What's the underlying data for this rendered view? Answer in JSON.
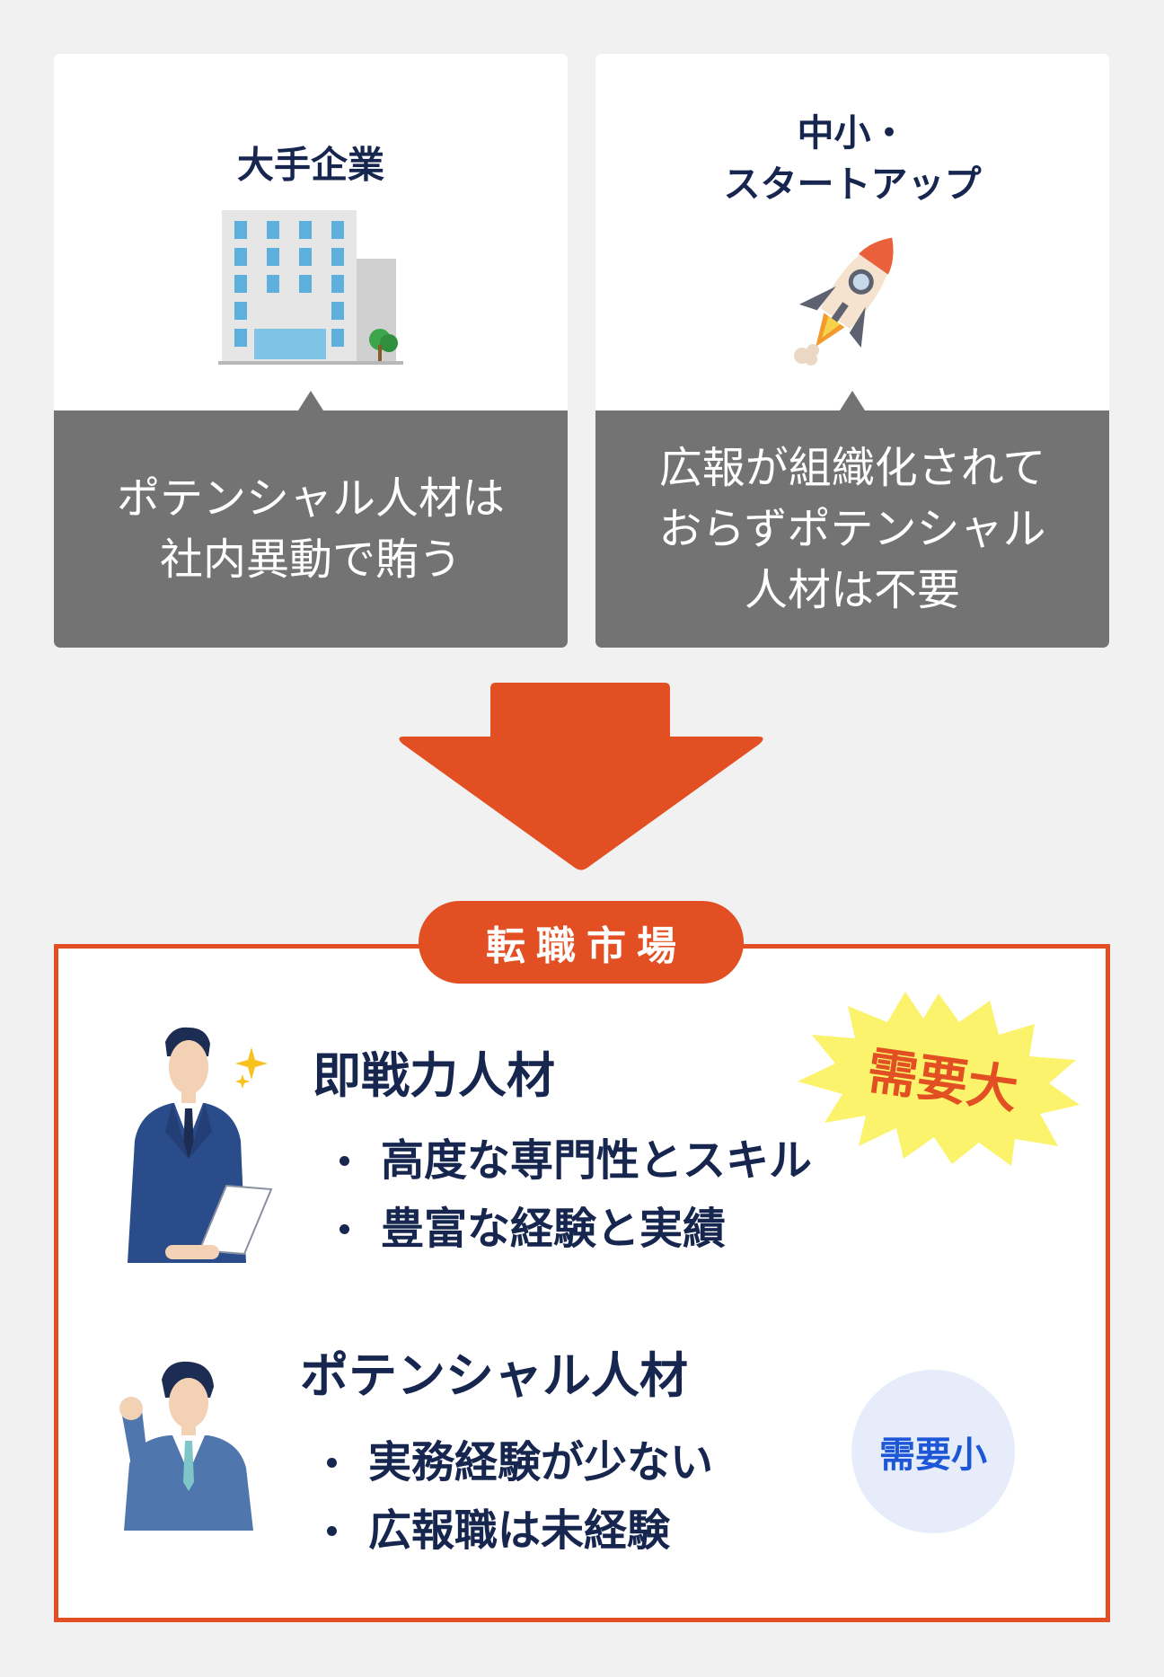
{
  "cards": [
    {
      "title": "大手企業",
      "illustration": "office-building-icon",
      "text": "ポテンシャル人材は\n社内異動で賄う"
    },
    {
      "title": "中小・\nスタートアップ",
      "illustration": "rocket-icon",
      "text": "広報が組織化されて\nおらずポテンシャル\n人材は不要"
    }
  ],
  "arrow": {
    "icon": "down-arrow-icon",
    "color": "#e24f22"
  },
  "market": {
    "label": "転職市場",
    "groups": [
      {
        "heading": "即戦力人材",
        "figure": "businessman-with-document-icon",
        "bullets": [
          "高度な専門性とスキル",
          "豊富な経験と実績"
        ],
        "demand_label": "需要大"
      },
      {
        "heading": "ポテンシャル人材",
        "figure": "young-businessman-fist-icon",
        "bullets": [
          "実務経験が少ない",
          "広報職は未経験"
        ],
        "demand_label": "需要小"
      }
    ]
  },
  "colors": {
    "accent": "#e24f22",
    "navy_text": "#16264f",
    "card_bottom": "#737373",
    "burst_fill": "#fbf36b",
    "small_demand_bg": "#e6ecfa",
    "small_demand_text": "#1d57d8",
    "background": "#f1f1f1"
  }
}
